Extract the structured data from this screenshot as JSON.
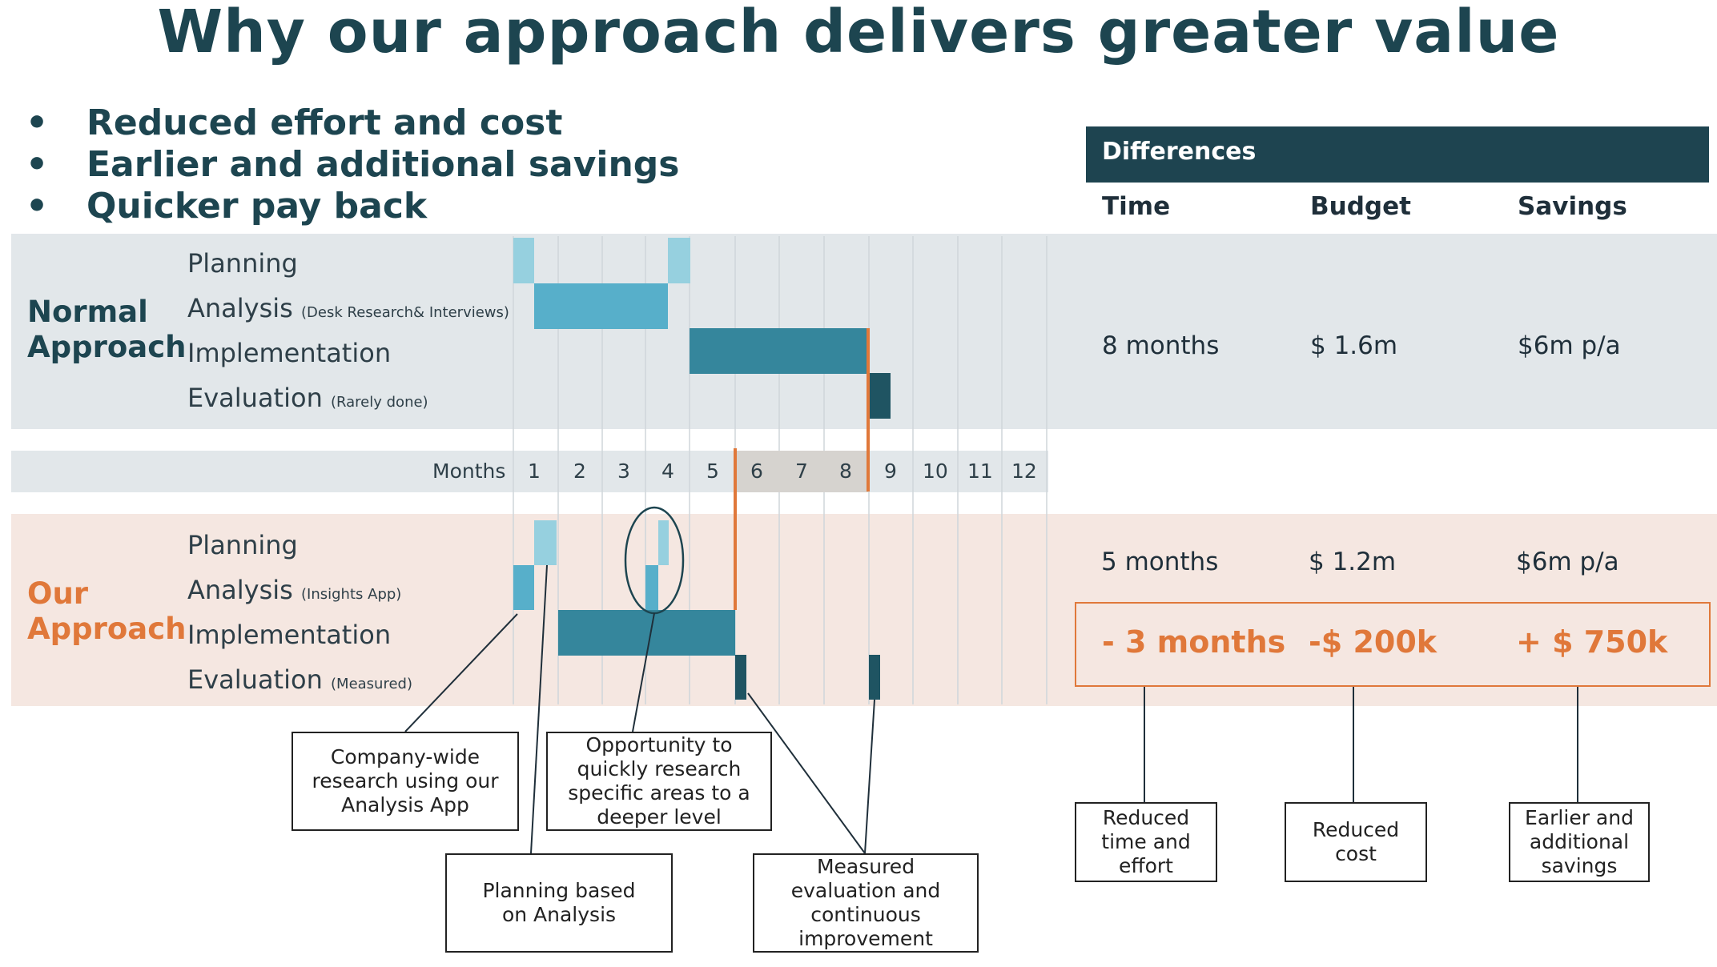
{
  "title": "Why our approach delivers greater value",
  "bullets": [
    "Reduced effort and cost",
    "Earlier and additional savings",
    "Quicker pay back"
  ],
  "bullet_marker": "•",
  "gantt": {
    "months_label": "Months",
    "months": [
      "1",
      "2",
      "3",
      "4",
      "5",
      "6",
      "7",
      "8",
      "9",
      "10",
      "11",
      "12"
    ],
    "normal": {
      "title_line1": "Normal",
      "title_line2": "Approach",
      "rows": [
        {
          "label": "Planning",
          "sub": ""
        },
        {
          "label": "Analysis",
          "sub": "(Desk Research& Interviews)"
        },
        {
          "label": "Implementation",
          "sub": ""
        },
        {
          "label": "Evaluation",
          "sub": "(Rarely done)"
        }
      ]
    },
    "our": {
      "title_line1": "Our",
      "title_line2": "Approach",
      "rows": [
        {
          "label": "Planning",
          "sub": ""
        },
        {
          "label": "Analysis",
          "sub": "(Insights App)"
        },
        {
          "label": "Implementation",
          "sub": ""
        },
        {
          "label": "Evaluation",
          "sub": "(Measured)"
        }
      ]
    },
    "colors": {
      "planning": "#96d0df",
      "analysis": "#57afca",
      "implementation": "#35869c",
      "evaluation": "#1f5462",
      "marker": "#e0783a"
    }
  },
  "differences": {
    "header": "Differences",
    "columns": [
      "Time",
      "Budget",
      "Savings"
    ],
    "normal": [
      "8 months",
      "$ 1.6m",
      "$6m p/a"
    ],
    "our": [
      "5 months",
      "$ 1.2m",
      "$6m p/a"
    ],
    "delta": [
      "- 3 months",
      "-$ 200k",
      "+ $ 750k"
    ]
  },
  "callouts": {
    "company_wide": "Company-wide research using our Analysis App",
    "planning_based": "Planning based on Analysis",
    "opportunity": "Opportunity to quickly research specific areas to a deeper level",
    "measured": "Measured evaluation and continuous improvement",
    "reduced_time": "Reduced time and effort",
    "reduced_cost": "Reduced cost",
    "earlier_savings": "Earlier and additional savings"
  }
}
